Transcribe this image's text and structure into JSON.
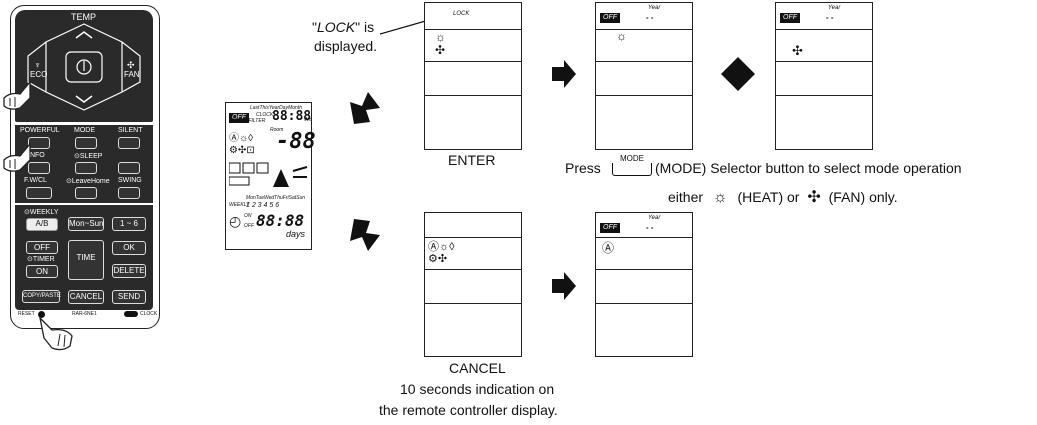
{
  "remote": {
    "temp": "TEMP",
    "eco": "ECO",
    "fan": "FAN",
    "powerful": "POWERFUL",
    "mode": "MODE",
    "silent": "SILENT",
    "info": "INFO",
    "sleep": "⊙SLEEP",
    "fwcl": "F.W/CL",
    "leavehome": "⊙LeaveHome",
    "swing": "SWING",
    "weekly": "⊙WEEKLY",
    "ab": "A/B",
    "mon_sun": "Mon~Sun",
    "one_six": "1 ~ 6",
    "off": "OFF",
    "timer": "⊙TIMER",
    "on": "ON",
    "time": "TIME",
    "ok": "OK",
    "delete": "DELETE",
    "copypaste": "COPY/PASTE",
    "cancel": "CANCEL",
    "send": "SEND",
    "reset": "RESET",
    "model": "RAR-6NE1",
    "clock": "CLOCK"
  },
  "lcd": {
    "off": "OFF",
    "periods": "LastThisYearDayMonth",
    "clock": "CLOCK",
    "error_filter": "ERROR FILTER",
    "wh": "Wh",
    "days_row": "MonTueWedThuFriSatSun",
    "weekly": "WEEKLY",
    "nums": "1 2 3 4 5 6",
    "on": "ON",
    "off2": "OFF",
    "days": "days",
    "room": "Room"
  },
  "panel_lock": {
    "lock": "LOCK"
  },
  "lock_note": {
    "quote_open": "\"",
    "lock": "LOCK",
    "quote_close": "\" is",
    "line2": "displayed."
  },
  "panel_enter_result": {
    "off": "OFF",
    "year": "Year",
    "dash": "- -"
  },
  "panel_fan": {
    "off": "OFF",
    "year": "Year",
    "dash": "- -"
  },
  "panel_cancel_result": {
    "off": "OFF",
    "year": "Year",
    "dash": "- -"
  },
  "captions": {
    "enter": "ENTER",
    "cancel": "CANCEL",
    "cancel_l2": "10 seconds indication on",
    "cancel_l3": "the remote controller display."
  },
  "instruction": {
    "press": "Press",
    "mode_label": "MODE",
    "rest_line1": "(MODE) Selector button to select mode operation",
    "either": "either",
    "heat": "(HEAT) or",
    "fan": "(FAN) only."
  }
}
